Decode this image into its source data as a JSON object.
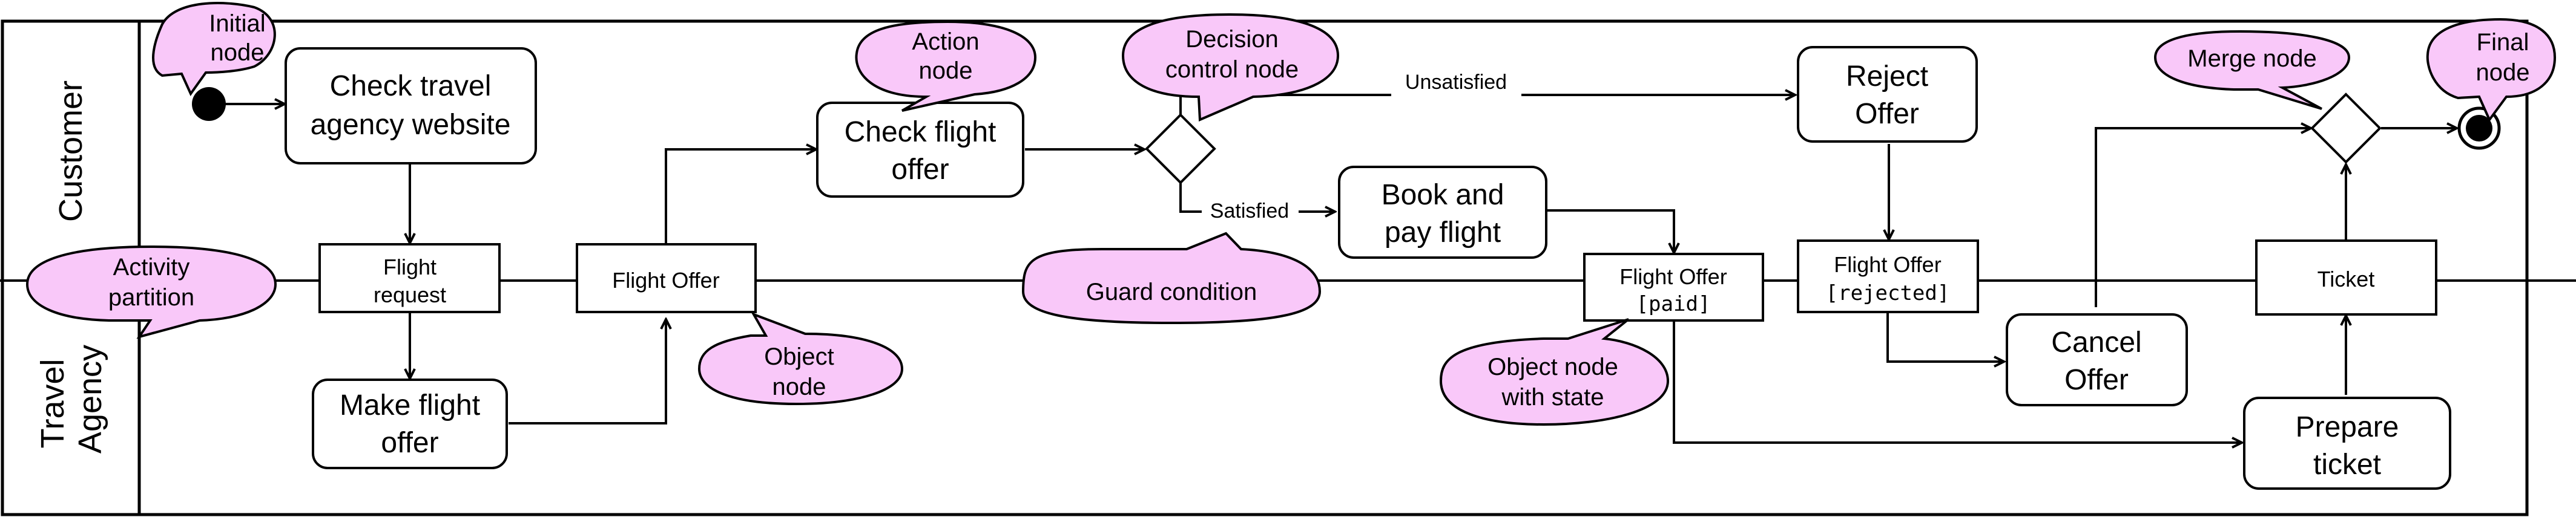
{
  "lanes": {
    "customer": "Customer",
    "travel_agency_1": "Travel",
    "travel_agency_2": "Agency"
  },
  "actions": {
    "check_website_1": "Check travel",
    "check_website_2": "agency website",
    "make_offer_1": "Make flight",
    "make_offer_2": "offer",
    "check_offer_1": "Check flight",
    "check_offer_2": "offer",
    "book_pay_1": "Book and",
    "book_pay_2": "pay flight",
    "reject_1": "Reject",
    "reject_2": "Offer",
    "cancel_1": "Cancel",
    "cancel_2": "Offer",
    "prepare_1": "Prepare",
    "prepare_2": "ticket"
  },
  "objects": {
    "flight_request_1": "Flight",
    "flight_request_2": "request",
    "flight_offer": "Flight Offer",
    "paid_1": "Flight Offer",
    "paid_2": "[paid]",
    "rejected_1": "Flight Offer",
    "rejected_2": "[rejected]",
    "ticket": "Ticket"
  },
  "guards": {
    "unsatisfied": "Unsatisfied",
    "satisfied": "Satisfied"
  },
  "callouts": {
    "initial_1": "Initial",
    "initial_2": "node",
    "action_1": "Action",
    "action_2": "node",
    "decision_1": "Decision",
    "decision_2": "control node",
    "merge": "Merge node",
    "final_1": "Final",
    "final_2": "node",
    "partition_1": "Activity",
    "partition_2": "partition",
    "guard": "Guard condition",
    "object_1": "Object",
    "object_2": "node",
    "state_1": "Object node",
    "state_2": "with state"
  },
  "colors": {
    "callout_fill": "#f9c8f9",
    "line": "#000000",
    "background": "#ffffff"
  }
}
